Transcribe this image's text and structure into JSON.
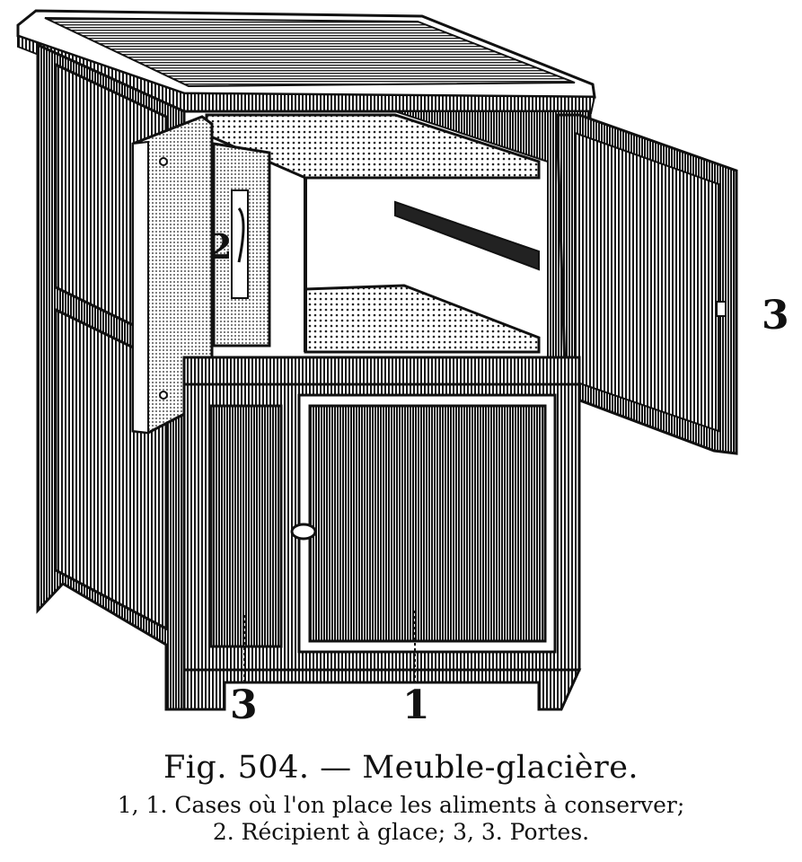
{
  "figure": {
    "title": "Fig. 504. — Meuble-glacière.",
    "legend_line_1": "1, 1. Cases où l'on place les aliments à conserver;",
    "legend_line_2": "2. Récipient à glace; 3, 3. Portes."
  },
  "callouts": {
    "shelf_upper": "1",
    "shelf_lower": "1",
    "ice_container": "2",
    "door_right": "3",
    "door_left_bottom": "3"
  }
}
